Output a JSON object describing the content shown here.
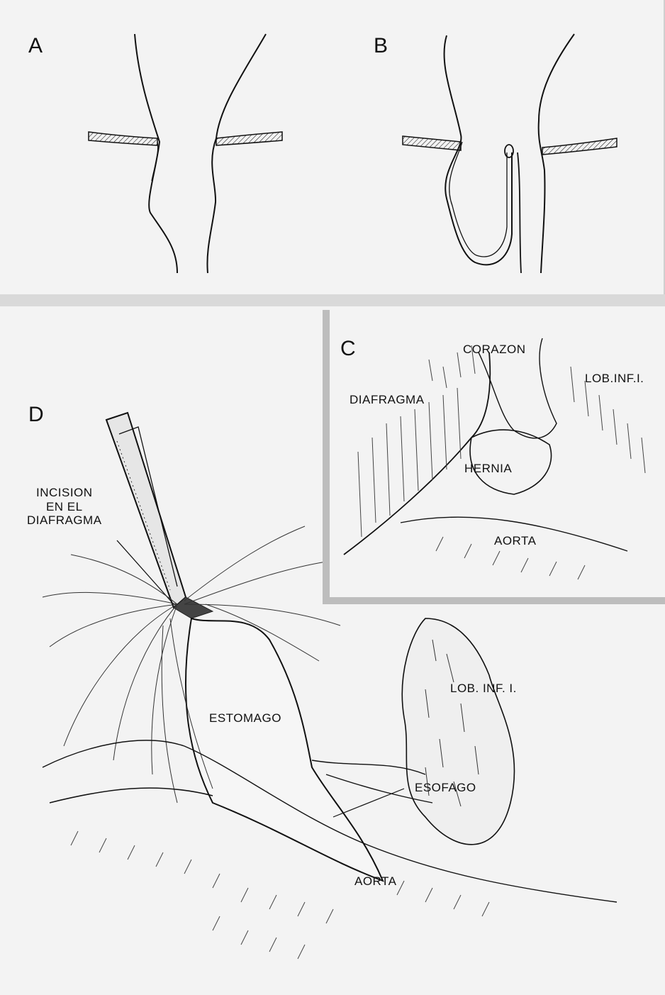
{
  "panels": {
    "a": {
      "letter": "A"
    },
    "b": {
      "letter": "B"
    },
    "c": {
      "letter": "C",
      "labels": {
        "corazon": "CORAZON",
        "lob_inf": "LOB.INF.I.",
        "diafragma": "DIAFRAGMA",
        "hernia": "HERNIA",
        "aorta": "AORTA"
      }
    },
    "d": {
      "letter": "D",
      "labels": {
        "incision_line1": "INCISION",
        "incision_line2": "EN EL",
        "incision_line3": "DIAFRAGMA",
        "estomago": "ESTOMAGO",
        "lob_inf": "LOB. INF. I.",
        "esofago": "ESOFAGO",
        "aorta": "AORTA"
      }
    }
  },
  "colors": {
    "ink": "#111111",
    "paper": "#f3f3f3",
    "gutter": "#d9d9d9"
  }
}
